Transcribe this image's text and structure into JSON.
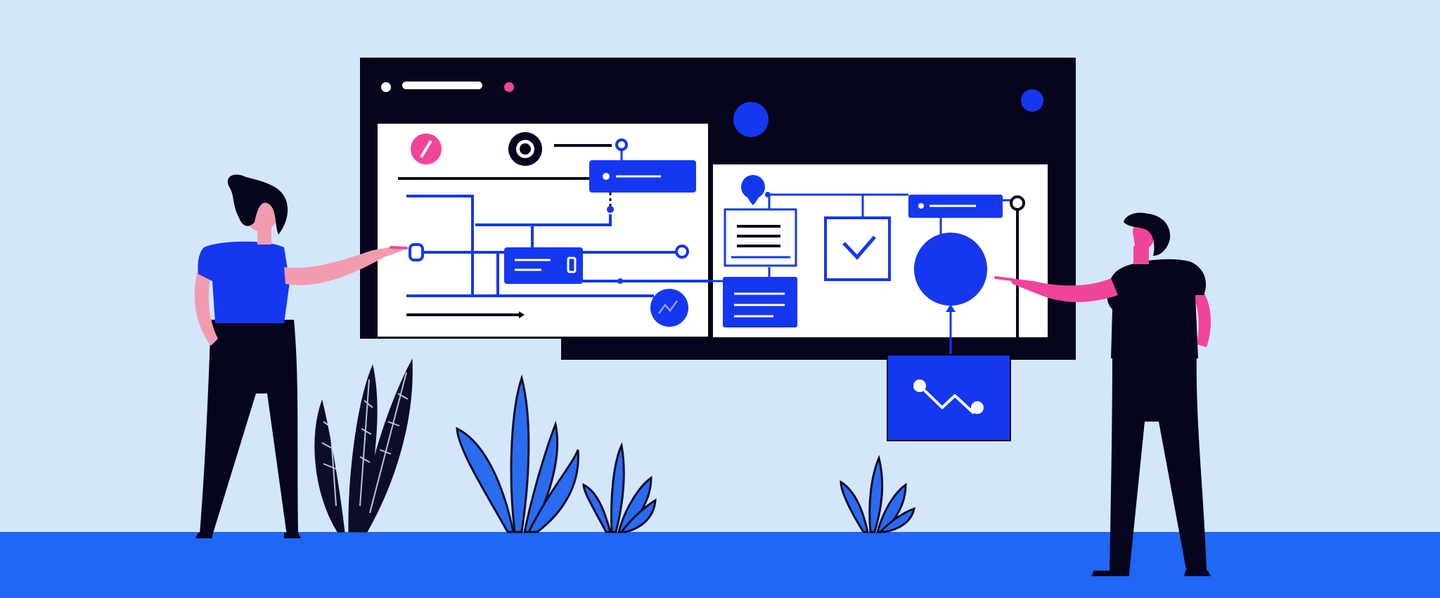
{
  "scene": {
    "description_free": true,
    "colors": {
      "background": "#d3e6fa",
      "floor": "#1f67f5",
      "ink": "#05051c",
      "accent_blue": "#1537f0",
      "panel": "#ffffff",
      "pink": "#f0449b",
      "skin": "#f29bb0",
      "plant_blue": "#2a6cf0",
      "plant_dark": "#0d0d2a"
    },
    "board": {
      "window_controls": [
        "dot-white-icon",
        "title-bar-line",
        "dot-pink-icon"
      ],
      "left_panel": {
        "icons": [
          "compass-icon",
          "target-icon",
          "chart-badge-icon"
        ],
        "nodes": [
          "node-block-top",
          "node-block-middle"
        ]
      },
      "right_panel": {
        "icons": [
          "location-pin-icon",
          "checkbox-icon",
          "document-icon"
        ],
        "nodes": [
          "node-block-header",
          "node-circle-large",
          "node-block-text"
        ]
      },
      "popup": {
        "icon": "line-chart-icon"
      }
    },
    "figures": [
      "woman-presenter",
      "man-presenter"
    ],
    "plants": [
      "plant-dark-left",
      "plant-blue-large",
      "plant-blue-small",
      "plant-blue-right"
    ]
  }
}
